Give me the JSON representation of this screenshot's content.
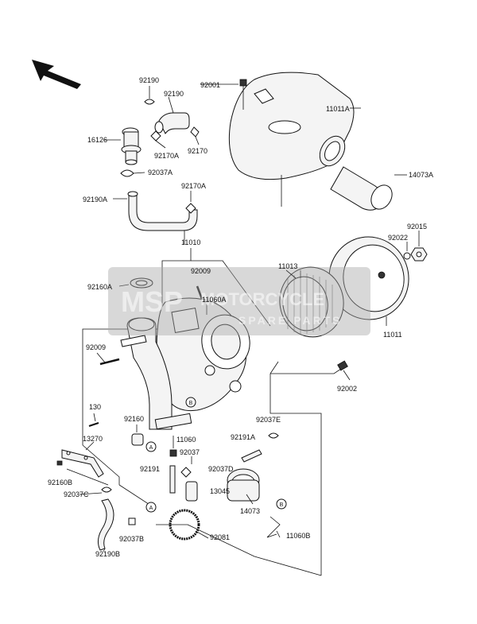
{
  "labels": {
    "l92190_top": "92190",
    "l92190": "92190",
    "l92001": "92001",
    "l11011A": "11011A",
    "l16126": "16126",
    "l92170A": "92170A",
    "l92170": "92170",
    "l92037A": "92037A",
    "l92170A_b": "92170A",
    "l92190A": "92190A",
    "l14073A": "14073A",
    "l92015": "92015",
    "l92022": "92022",
    "l11010": "11010",
    "l11013": "11013",
    "l92160A": "92160A",
    "l92009_top": "92009",
    "l11060A": "11060A",
    "l11011": "11011",
    "l92009": "92009",
    "l92002": "92002",
    "l130": "130",
    "l92160": "92160",
    "l92037E": "92037E",
    "l13270": "13270",
    "l11060": "11060",
    "l92191A": "92191A",
    "l92037": "92037",
    "l92160B": "92160B",
    "l92191": "92191",
    "l92037D": "92037D",
    "l92037C": "92037C",
    "l13045": "13045",
    "l14073": "14073",
    "l92037B": "92037B",
    "l92081": "92081",
    "l11060B": "11060B",
    "l92190B": "92190B"
  },
  "refs": {
    "A": "A",
    "B": "B"
  },
  "watermark": {
    "logo": "MSP",
    "brand": "MOTORCYCLE",
    "sub": "SPARE PARTS"
  }
}
